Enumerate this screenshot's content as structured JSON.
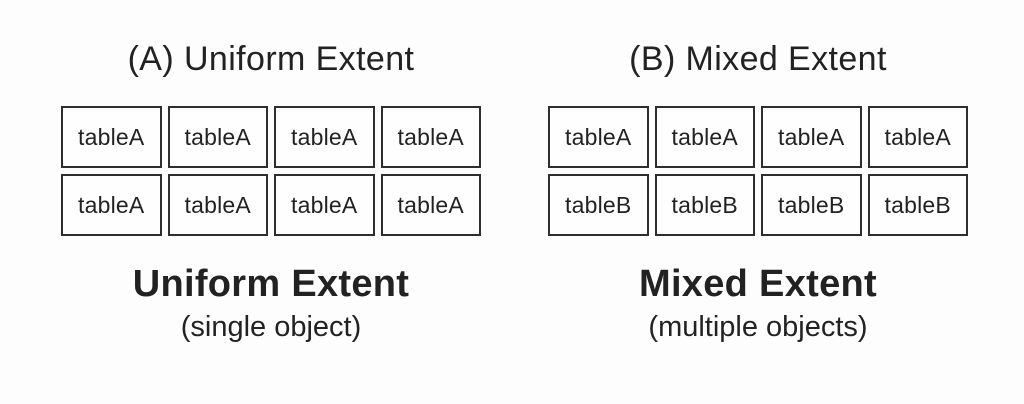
{
  "figure": {
    "colors": {
      "background": "#fdfdfd",
      "text": "#222222",
      "box_border": "#2e2e2e",
      "box_bg": "#fefefe"
    },
    "panels": [
      {
        "id": "A",
        "title": "(A) Uniform Extent",
        "rows": [
          [
            "tableA",
            "tableA",
            "tableA",
            "tableA"
          ],
          [
            "tableA",
            "tableA",
            "tableA",
            "tableA"
          ]
        ],
        "caption": "Uniform Extent",
        "subcaption": "(single object)"
      },
      {
        "id": "B",
        "title": "(B) Mixed Extent",
        "rows": [
          [
            "tableA",
            "tableA",
            "tableA",
            "tableA"
          ],
          [
            "tableB",
            "tableB",
            "tableB",
            "tableB"
          ]
        ],
        "caption": "Mixed Extent",
        "subcaption": "(multiple objects)"
      }
    ]
  }
}
